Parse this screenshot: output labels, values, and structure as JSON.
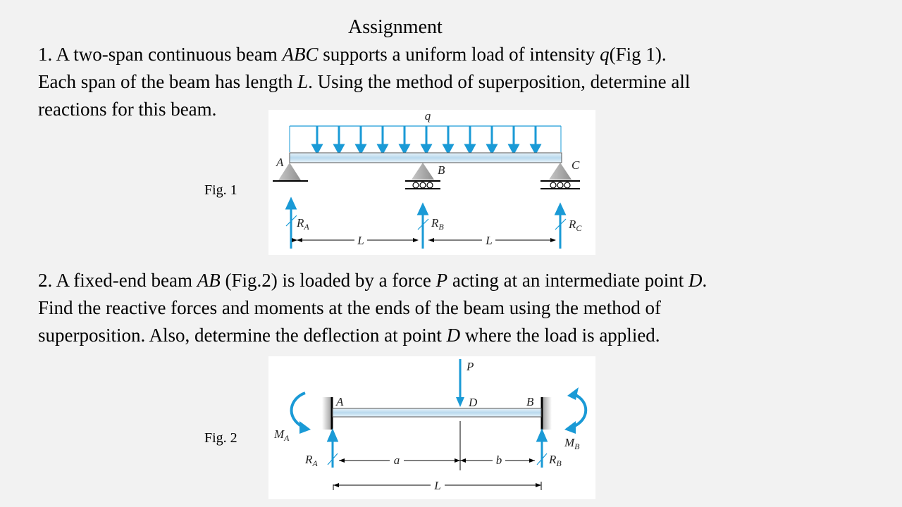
{
  "title": "Assignment",
  "problem1": {
    "line1": [
      "1. A two-span continuous beam ",
      "ABC",
      " supports a uniform load of intensity ",
      "q",
      "(Fig 1)."
    ],
    "line2": [
      "Each span of the beam has length ",
      "L",
      ". Using the method of superposition, determine all"
    ],
    "line3": "reactions for this beam."
  },
  "problem2": {
    "line1": [
      "2. A fixed-end beam ",
      "AB",
      " (Fig.2) is loaded by a force ",
      "P",
      " acting at an intermediate point ",
      "D",
      "."
    ],
    "line2": "Find the reactive forces and moments at the ends of the beam using the method of",
    "line3": [
      "superposition. Also, determine the deflection at point ",
      "D",
      " where the load is applied."
    ]
  },
  "fig1": {
    "caption": "Fig. 1",
    "load_label": "q",
    "support_labels": [
      "A",
      "B",
      "C"
    ],
    "reaction_labels": [
      {
        "main": "R",
        "sub": "A"
      },
      {
        "main": "R",
        "sub": "B"
      },
      {
        "main": "R",
        "sub": "C"
      }
    ],
    "span_labels": [
      "L",
      "L"
    ],
    "colors": {
      "load": "#1a9ad6",
      "beam": "#cde4f2",
      "support": "#a9a9a9",
      "reaction": "#1a9ad6"
    }
  },
  "fig2": {
    "caption": "Fig. 2",
    "force_label": "P",
    "point_labels": [
      "A",
      "D",
      "B"
    ],
    "moment_labels": [
      {
        "main": "M",
        "sub": "A"
      },
      {
        "main": "M",
        "sub": "B"
      }
    ],
    "reaction_labels": [
      {
        "main": "R",
        "sub": "A"
      },
      {
        "main": "R",
        "sub": "B"
      }
    ],
    "dimension_labels": [
      "a",
      "b",
      "L"
    ],
    "colors": {
      "force": "#1a9ad6",
      "beam": "#cde4f2",
      "wall": "#000000"
    }
  }
}
